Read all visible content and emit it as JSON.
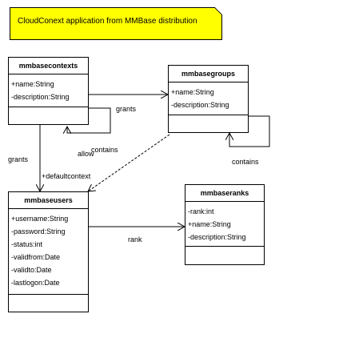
{
  "note": {
    "text": "CloudConext application from MMBase distribution"
  },
  "classes": {
    "contexts": {
      "title": "mmbasecontexts",
      "attributes": [
        "+name:String",
        "-description:String"
      ]
    },
    "groups": {
      "title": "mmbasegroups",
      "attributes": [
        "+name:String",
        "-description:String"
      ]
    },
    "users": {
      "title": "mmbaseusers",
      "attributes": [
        "+username:String",
        "-password:String",
        "-status:int",
        "-validfrom:Date",
        "-validto:Date",
        "-lastlogon:Date"
      ]
    },
    "ranks": {
      "title": "mmbaseranks",
      "attributes": [
        "-rank:int",
        "+name:String",
        "-description:String"
      ]
    }
  },
  "labels": {
    "grants_contexts_groups": "grants",
    "contains_contexts": "contains",
    "allow": "allow",
    "grants_contexts_users": "grants",
    "defaultcontext": "+defaultcontext",
    "contains_groups": "contains",
    "rank": "rank"
  }
}
